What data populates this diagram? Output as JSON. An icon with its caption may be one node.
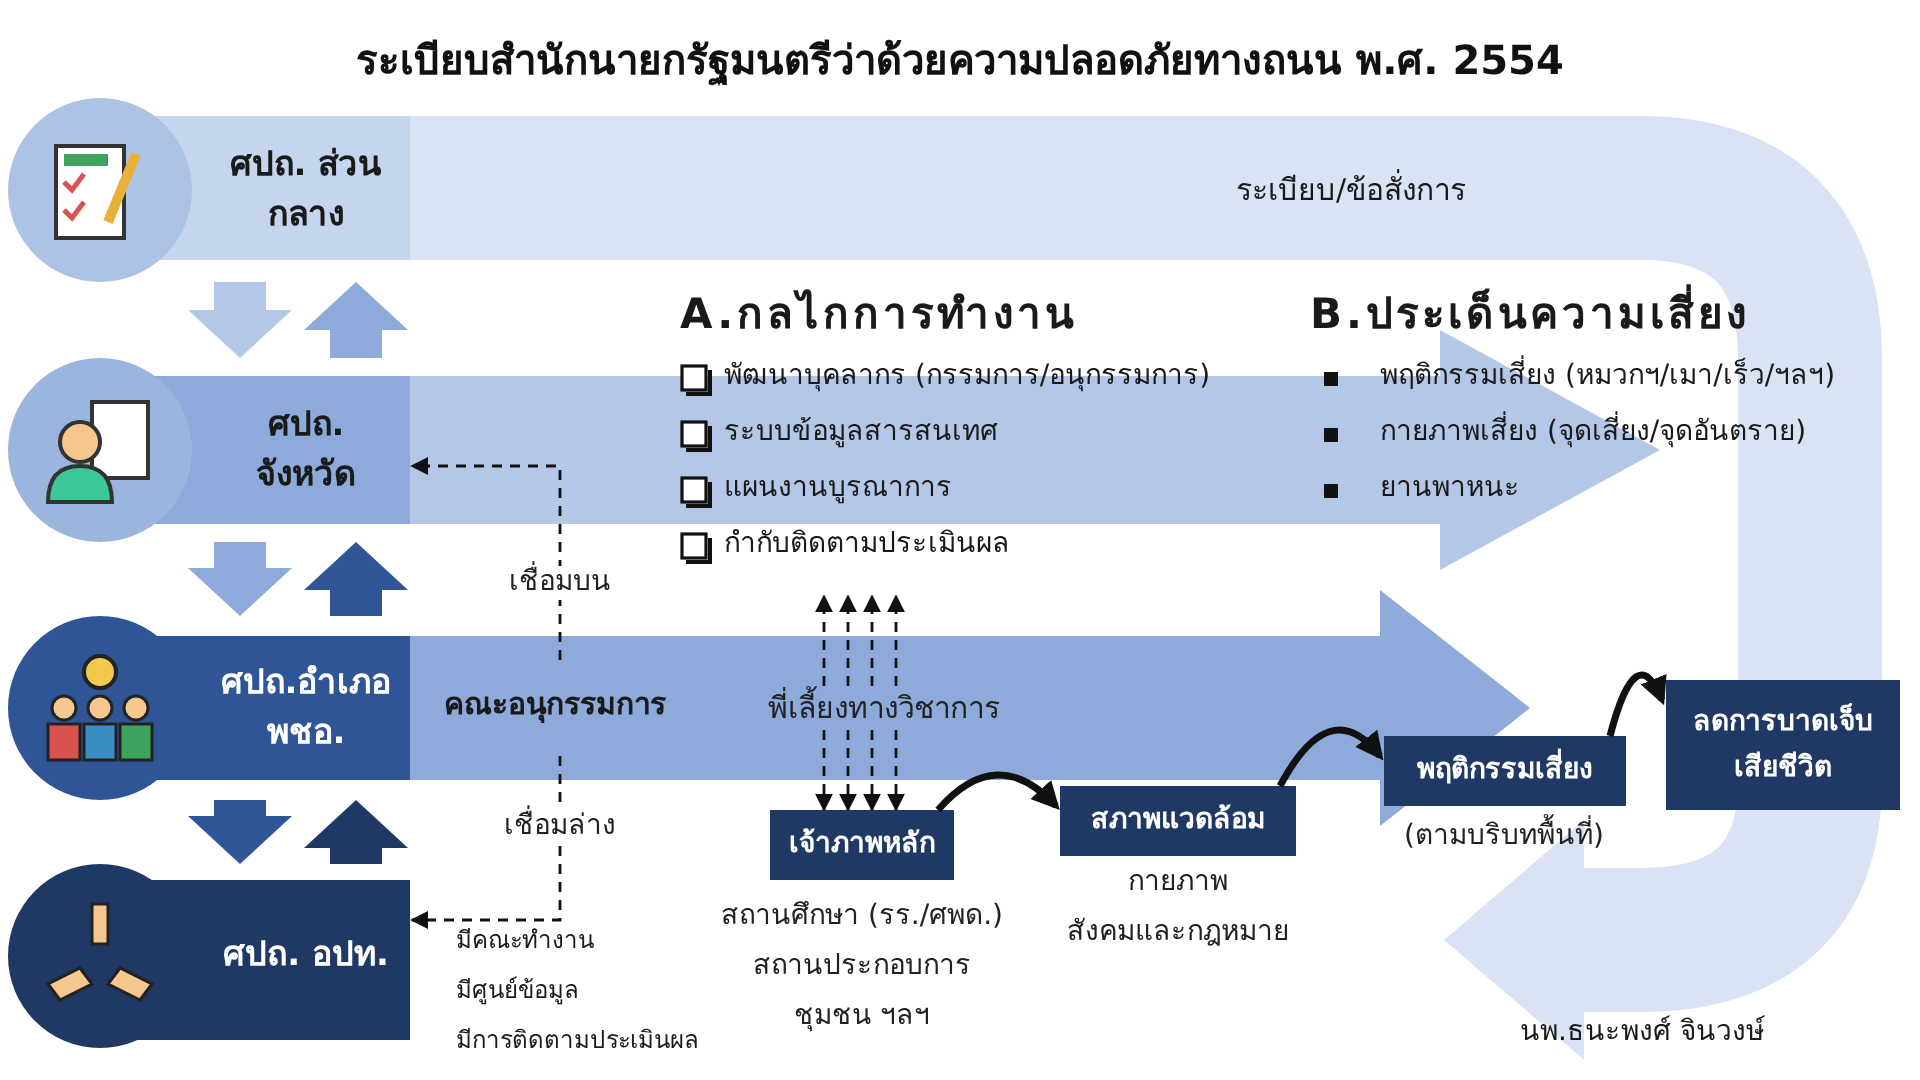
{
  "diagram": {
    "title": "ระเบียบสำนักนายกรัฐมนตรีว่าด้วยความปลอดภัยทางถนน พ.ศ. 2554",
    "nodes": [
      {
        "text": [
          "ศปถ. ส่วนกลาง"
        ]
      },
      {
        "text": [
          "ศปถ. จังหวัด"
        ]
      },
      {
        "text": [
          "ศปถ.อำเภอ พชอ."
        ]
      },
      {
        "text": [
          "ศปถ. อปท."
        ]
      },
      {
        "text": [
          "เจ้าภาพหลัก"
        ],
        "beside": [
          "สถานศึกษา (รร./ศพด.)",
          "สถานประกอบการ",
          "ชุมชน ฯลฯ"
        ]
      },
      {
        "text": [
          "สภาพแวดล้อม"
        ],
        "beside": [
          "กายภาพ",
          "สังคมและกฎหมาย"
        ]
      },
      {
        "text": [
          "พฤติกรรมเสี่ยง"
        ],
        "beside": [
          "(ตามบริบทพื้นที่)"
        ]
      },
      {
        "text": [
          "ลดการบาดเจ็บ เสียชีวิต"
        ]
      },
      {
        "text": [
          "พี่เลี้ยงทางวิชาการ"
        ]
      }
    ],
    "edges": [
      {
        "from": 0,
        "to": 1,
        "arrow": "to",
        "style": "thick",
        "color": "#b4c7e7"
      },
      {
        "from": 1,
        "to": 0,
        "arrow": "to",
        "style": "thick",
        "color": "#8eaadb"
      },
      {
        "from": 1,
        "to": 2,
        "arrow": "to",
        "style": "thick",
        "color": "#8eaadb"
      },
      {
        "from": 2,
        "to": 1,
        "arrow": "to",
        "style": "thick",
        "color": "#2f5597"
      },
      {
        "from": 2,
        "to": 3,
        "arrow": "to",
        "style": "thick",
        "color": "#2f5597"
      },
      {
        "from": 3,
        "to": 2,
        "arrow": "to",
        "style": "thick",
        "color": "#1f3864"
      },
      {
        "from": null,
        "to": 1,
        "arrow": "to",
        "style": "dashed",
        "label": "เชื่อมบน"
      },
      {
        "from": null,
        "to": 3,
        "arrow": "to",
        "style": "dashed",
        "label": "เชื่อมล่าง"
      },
      {
        "from": 8,
        "to": null,
        "arrow": "to",
        "style": "dashed"
      },
      {
        "from": 8,
        "to": 4,
        "arrow": "to",
        "style": "dashed"
      },
      {
        "from": 4,
        "to": 5,
        "arrow": "to"
      },
      {
        "from": 5,
        "to": 6,
        "arrow": "to"
      },
      {
        "from": 6,
        "to": 7,
        "arrow": "to"
      }
    ],
    "labels": [
      "ระเบียบ/ข้อสั่งการ",
      "A.กลไกการทำงาน",
      "พัฒนาบุคลากร (กรรมการ/อนุกรรมการ)",
      "ระบบข้อมูลสารสนเทศ",
      "แผนงานบูรณาการ",
      "กำกับติดตามประเมินผล",
      "B.ประเด็นความเสี่ยง",
      "พฤติกรรมเสี่ยง (หมวกฯ/เมา/เร็ว/ฯลฯ)",
      "กายภาพเสี่ยง (จุดเสี่ยง/จุดอันตราย)",
      "ยานพาหนะ",
      "คณะอนุกรรมการ",
      "มีคณะทำงาน",
      "มีศูนย์ข้อมูล",
      "มีการติดตามประเมินผล",
      "นพ.ธนะพงศ์ จินวงษ์"
    ]
  }
}
